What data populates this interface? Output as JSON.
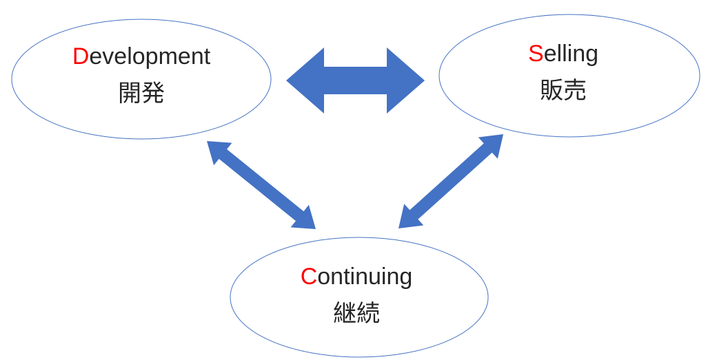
{
  "nodes": {
    "development": {
      "first_letter": "D",
      "rest": "evelopment",
      "japanese": "開発"
    },
    "selling": {
      "first_letter": "S",
      "rest": "elling",
      "japanese": "販売"
    },
    "continuing": {
      "first_letter": "C",
      "rest": "ontinuing",
      "japanese": "継続"
    }
  },
  "colors": {
    "arrow": "#4472C4",
    "ellipse_stroke": "#4472C4",
    "accent_letter": "#FF0000"
  }
}
